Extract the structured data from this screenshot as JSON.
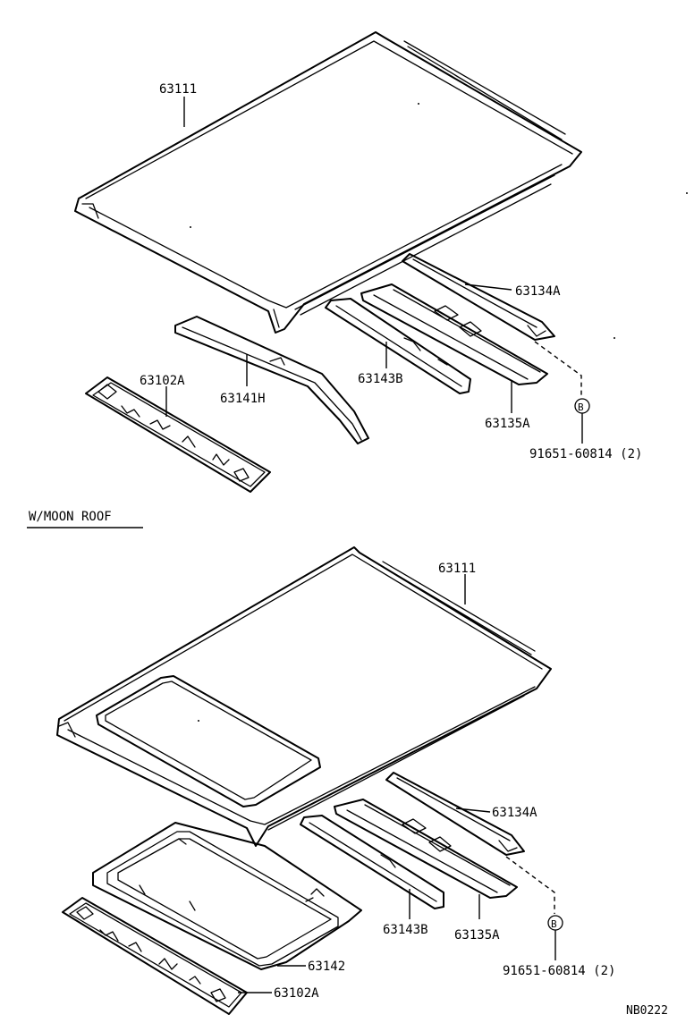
{
  "section_top": {
    "labels": {
      "roof_panel": "63111",
      "rail_rear": "63134A",
      "bow_a": "63143B",
      "bow_b": "63135A",
      "rail_front": "63141H",
      "reinforcement": "63102A",
      "bolt": "91651-60814 (2)",
      "bolt_badge": "B"
    }
  },
  "section_moon_roof": {
    "heading": "W/MOON ROOF",
    "labels": {
      "roof_panel": "63111",
      "rail_rear": "63134A",
      "bow_a": "63143B",
      "bow_b": "63135A",
      "sunroof_frame": "63142",
      "reinforcement": "63102A",
      "bolt": "91651-60814 (2)",
      "bolt_badge": "B"
    }
  },
  "figure_code": "NB0222"
}
